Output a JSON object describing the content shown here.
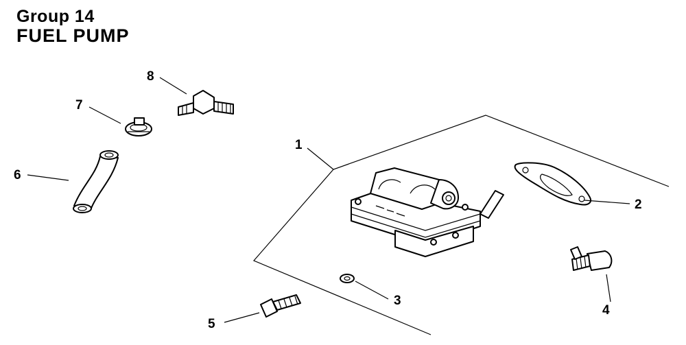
{
  "header": {
    "group": "Group 14",
    "title": "FUEL PUMP"
  },
  "callouts": [
    "1",
    "2",
    "3",
    "4",
    "5",
    "6",
    "7",
    "8"
  ]
}
